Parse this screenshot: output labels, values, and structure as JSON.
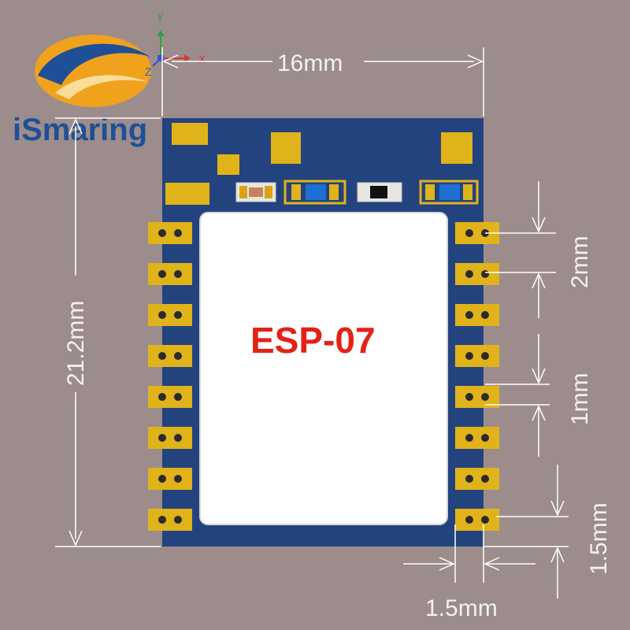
{
  "brand": {
    "name": "iSmaring"
  },
  "axes": {
    "x": "X",
    "y": "y",
    "z": "Z"
  },
  "module": {
    "label": "ESP-07",
    "pads_per_side": 8
  },
  "dimensions": {
    "width": "16mm",
    "height": "21.2mm",
    "pitch": "2mm",
    "pad_gap": "1mm",
    "pad_height": "1.5mm",
    "pad_width": "1.5mm"
  },
  "colors": {
    "background": "#9c8d8c",
    "board": "#23437f",
    "pad": "#e0b31a",
    "shield": "#ffffff",
    "label": "#e32216",
    "dimension_line": "#ffffff"
  }
}
